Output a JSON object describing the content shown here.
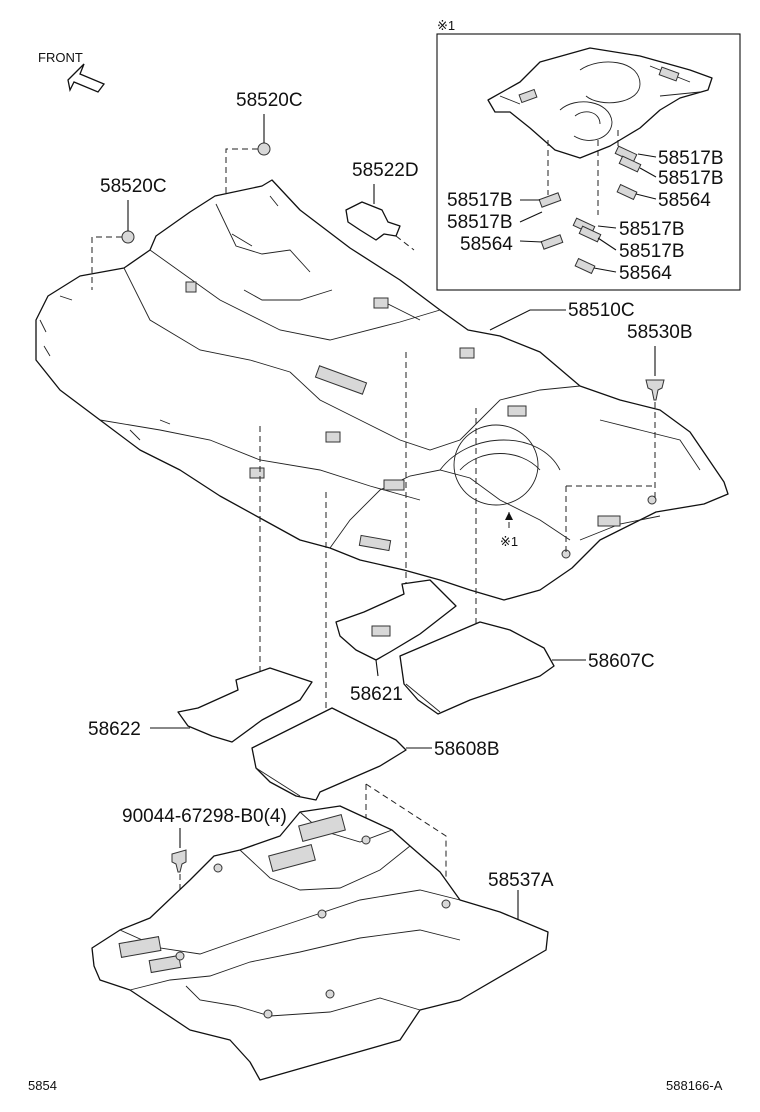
{
  "front_label": "FRONT",
  "detail_marker": "※1",
  "labels": {
    "l58520C_top": "58520C",
    "l58520C_left": "58520C",
    "l58522D": "58522D",
    "l58510C": "58510C",
    "l58530B": "58530B",
    "l58621": "58621",
    "l58607C": "58607C",
    "l58622": "58622",
    "l58608B": "58608B",
    "l90044": "90044-67298-B0(4)",
    "l58537A": "58537A"
  },
  "inset_labels": {
    "r1": "58517B",
    "r2": "58517B",
    "r3": "58564",
    "l1": "58517B",
    "l2": "58517B",
    "l3": "58564",
    "m1": "58517B",
    "m2": "58517B",
    "m3": "58564"
  },
  "footer": {
    "left": "5854",
    "right": "588166-A"
  }
}
